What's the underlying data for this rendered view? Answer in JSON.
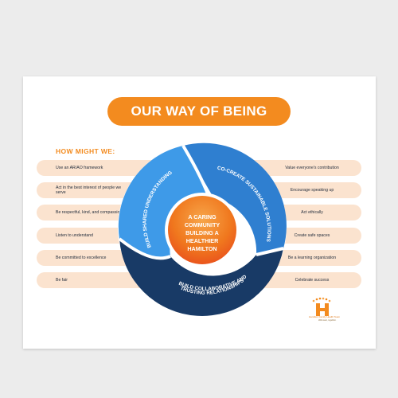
{
  "title": "OUR WAY OF BEING",
  "how_heading": "HOW MIGHT WE:",
  "left_items": [
    "Use an AR/AO framework",
    "Act in the best interest of people we serve",
    "Be respectful, kind, and compassionate",
    "Listen to understand",
    "Be committed to excellence",
    "Be fair"
  ],
  "right_items": [
    "Value everyone's contribution",
    "Encourage speaking up",
    "Act ethically",
    "Create safe spaces",
    "Be a learning organization",
    "Celebrate success"
  ],
  "center": [
    "A CARING",
    "COMMUNITY",
    "BUILDING A",
    "HEALTHIER",
    "HAMILTON"
  ],
  "segments": {
    "left": "BUILD SHARED UNDERSTANDING",
    "right": "CO-CREATE SUSTAINABLE SOLUTIONS",
    "bottom_line1": "BUILD COLLABORATIVE AND",
    "bottom_line2": "TRUSTING RELATIONSHIPS"
  },
  "logo": {
    "org": "Hamilton Family Health Team",
    "tagline": "Well-care, together."
  },
  "colors": {
    "orange": "#f38b1f",
    "light_blue": "#3b97e6",
    "mid_blue": "#1f6fbf",
    "navy": "#163a64",
    "pill": "#fbe3cf"
  }
}
